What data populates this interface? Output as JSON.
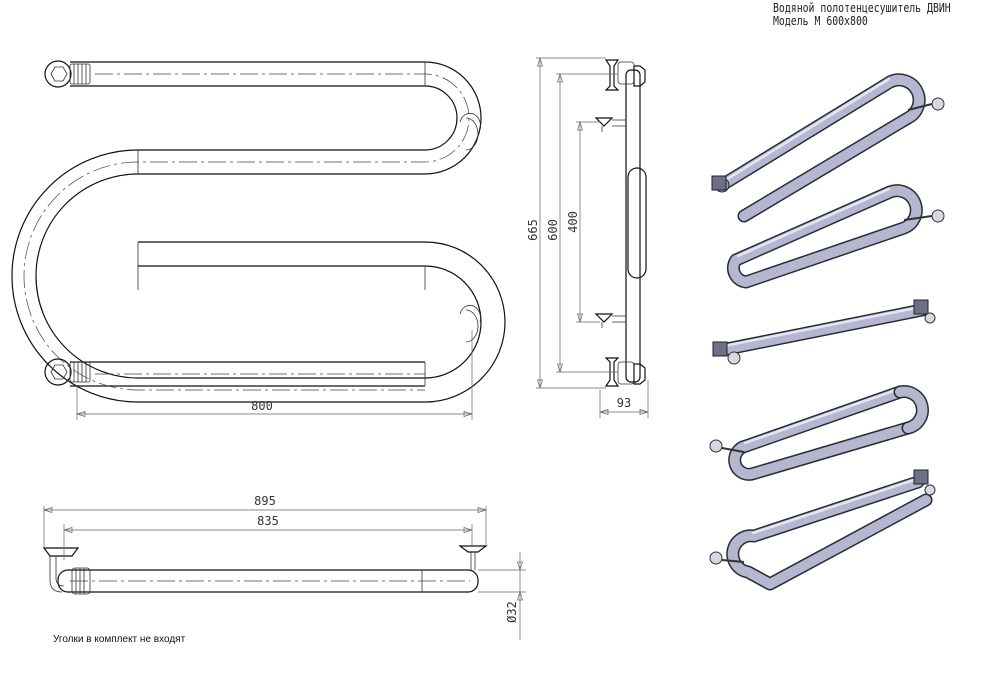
{
  "title": {
    "line1": "Водяной полотенцесушитель ДВИН",
    "line2": "Модель М 600х800"
  },
  "dimensions": {
    "width": "800",
    "height_total": "665",
    "height_axis": "600",
    "mount_spacing": "400",
    "depth": "93",
    "top_overall": "895",
    "top_mounts": "835",
    "pipe_diameter": "Ø32"
  },
  "note": "Уголки в комплект не входят",
  "colors": {
    "line": "#111111",
    "pipe_fill": "#b4b7cf",
    "pipe_outline": "#2b2b35"
  }
}
